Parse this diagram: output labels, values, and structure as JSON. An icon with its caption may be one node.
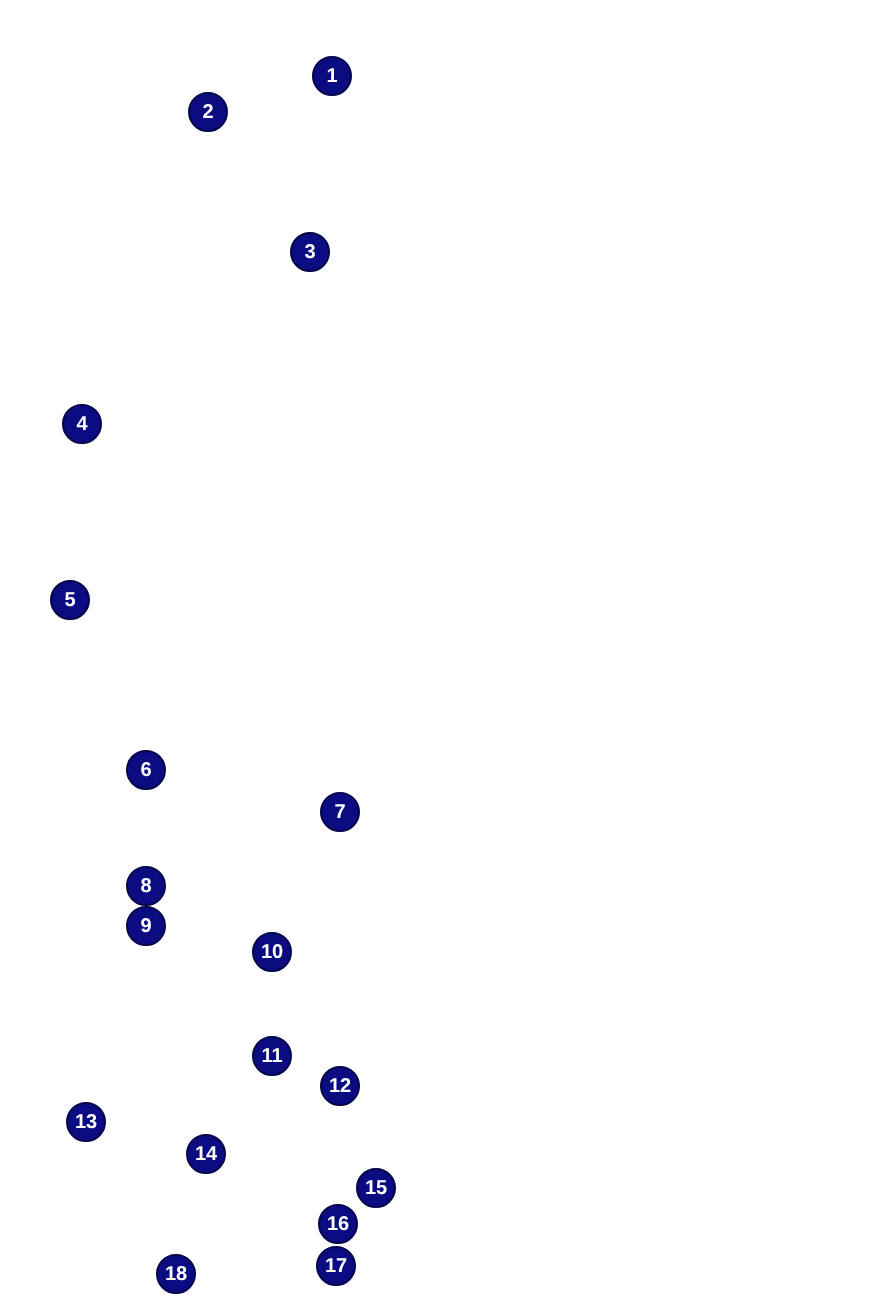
{
  "diagram": {
    "labels": [
      "1",
      "2",
      "3",
      "4",
      "5",
      "6",
      "7",
      "8",
      "9",
      "10",
      "11",
      "12",
      "13",
      "14",
      "15",
      "16",
      "17",
      "18"
    ]
  }
}
